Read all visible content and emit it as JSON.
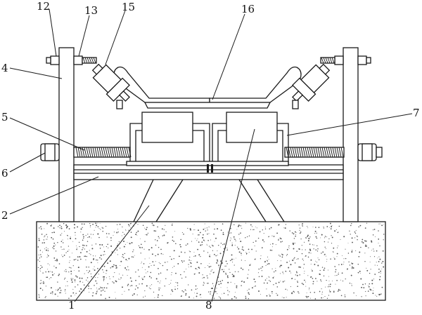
{
  "labels": [
    {
      "id": "1",
      "text": "1"
    },
    {
      "id": "2",
      "text": "2"
    },
    {
      "id": "4",
      "text": "4"
    },
    {
      "id": "5",
      "text": "5"
    },
    {
      "id": "6",
      "text": "6"
    },
    {
      "id": "7",
      "text": "7"
    },
    {
      "id": "8",
      "text": "8"
    },
    {
      "id": "12",
      "text": "12"
    },
    {
      "id": "13",
      "text": "13"
    },
    {
      "id": "15",
      "text": "15"
    },
    {
      "id": "16",
      "text": "16"
    }
  ],
  "colors": {
    "line": "#1a1a1a",
    "ground_speckle": "#555555",
    "background": "#ffffff"
  }
}
